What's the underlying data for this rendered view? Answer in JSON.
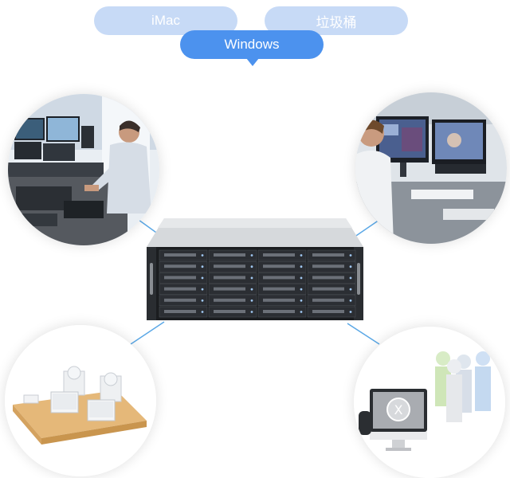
{
  "tags": {
    "imac": "iMac",
    "trash": "垃圾桶",
    "windows": "Windows"
  },
  "colors": {
    "pill_inactive": "#c7daf6",
    "pill_active": "#4c92ee",
    "connector": "#5ba8e6"
  },
  "illustrations": {
    "top_left": "video-editing-workstation",
    "top_right": "editing-monitors-workstation",
    "bottom_left": "office-users-desks",
    "bottom_right": "mac-users-group",
    "center": "storage-server-24-bay"
  }
}
